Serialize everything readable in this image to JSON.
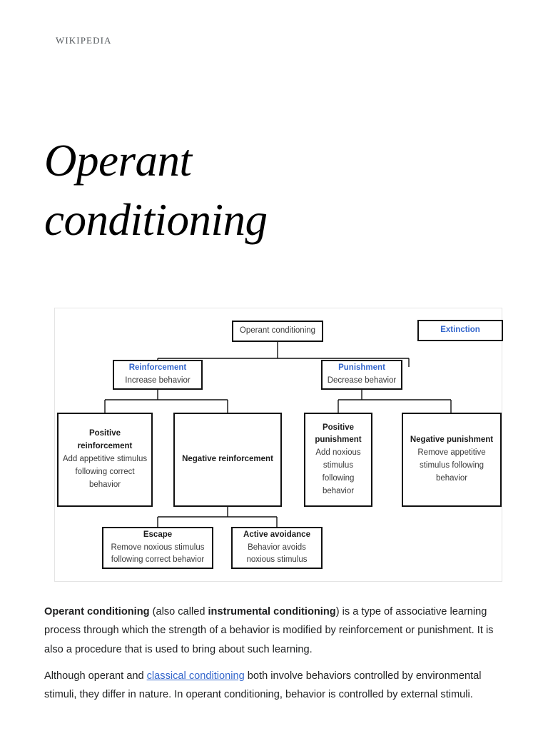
{
  "site": {
    "wordmark": "Wikipedia"
  },
  "article": {
    "title": "Operant conditioning"
  },
  "colors": {
    "link_blue": "#3366cc",
    "text": "#202122",
    "node_border": "#111111",
    "figure_border": "#e4e4e4"
  },
  "figure": {
    "nodes": {
      "root": {
        "title": "Operant conditioning",
        "subtitle": ""
      },
      "extinction": {
        "title": "Extinction",
        "subtitle": ""
      },
      "reinforcement": {
        "title": "Reinforcement",
        "subtitle": "Increase behavior"
      },
      "punishment": {
        "title": "Punishment",
        "subtitle": "Decrease behavior"
      },
      "positive_reinforcement": {
        "title": "Positive reinforcement",
        "subtitle": "Add appetitive stimulus following correct behavior"
      },
      "negative_reinforcement": {
        "title": "Negative reinforcement",
        "subtitle": ""
      },
      "positive_punishment": {
        "title": "Positive punishment",
        "subtitle": "Add noxious stimulus following behavior"
      },
      "negative_punishment": {
        "title": "Negative punishment",
        "subtitle": "Remove appetitive stimulus following behavior"
      },
      "escape": {
        "title": "Escape",
        "subtitle": "Remove noxious stimulus following correct behavior"
      },
      "active_avoidance": {
        "title": "Active avoidance",
        "subtitle": "Behavior avoids noxious stimulus"
      }
    }
  },
  "content": {
    "paragraph1": {
      "lead_bold": "Operant conditioning",
      "t1": " (also called ",
      "alt_bold": "instrumental conditioning",
      "t2": ") is a type of associative learning process through which the strength of a behavior is modified by reinforcement or punishment. It is also a procedure that is used to bring about such learning."
    },
    "paragraph2": {
      "t1": "Although operant and ",
      "link": "classical conditioning",
      "t2": " both involve behaviors controlled by environmental stimuli, they differ in nature. In operant conditioning, behavior is controlled by external stimuli."
    }
  }
}
